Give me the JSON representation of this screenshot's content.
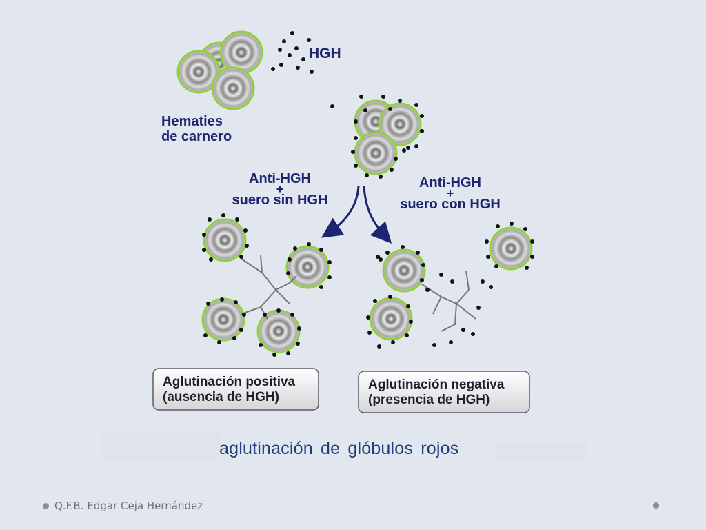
{
  "labels": {
    "hgh": "HGH",
    "hematies_line1": "Hematies",
    "hematies_line2": "de carnero",
    "left_reagent_line1": "Anti-HGH",
    "left_reagent_plus": "+",
    "left_reagent_line2": "suero sin HGH",
    "right_reagent_line1": "Anti-HGH",
    "right_reagent_plus": "+",
    "right_reagent_line2": "suero con HGH"
  },
  "result_boxes": {
    "positive_line1": "Aglutinación positiva",
    "positive_line2": "(ausencia de HGH)",
    "negative_line1": "Aglutinación negativa",
    "negative_line2": "(presencia de HGH)"
  },
  "caption": "aglutinación de glóbulos rojos",
  "footer": {
    "author": "Q.F.B. Edgar Ceja Hernández"
  },
  "colors": {
    "label_blue": "#1d2470",
    "cell_rim": "#8fd13a",
    "caption_blue": "#20407a",
    "background": "#e2e6ef"
  }
}
